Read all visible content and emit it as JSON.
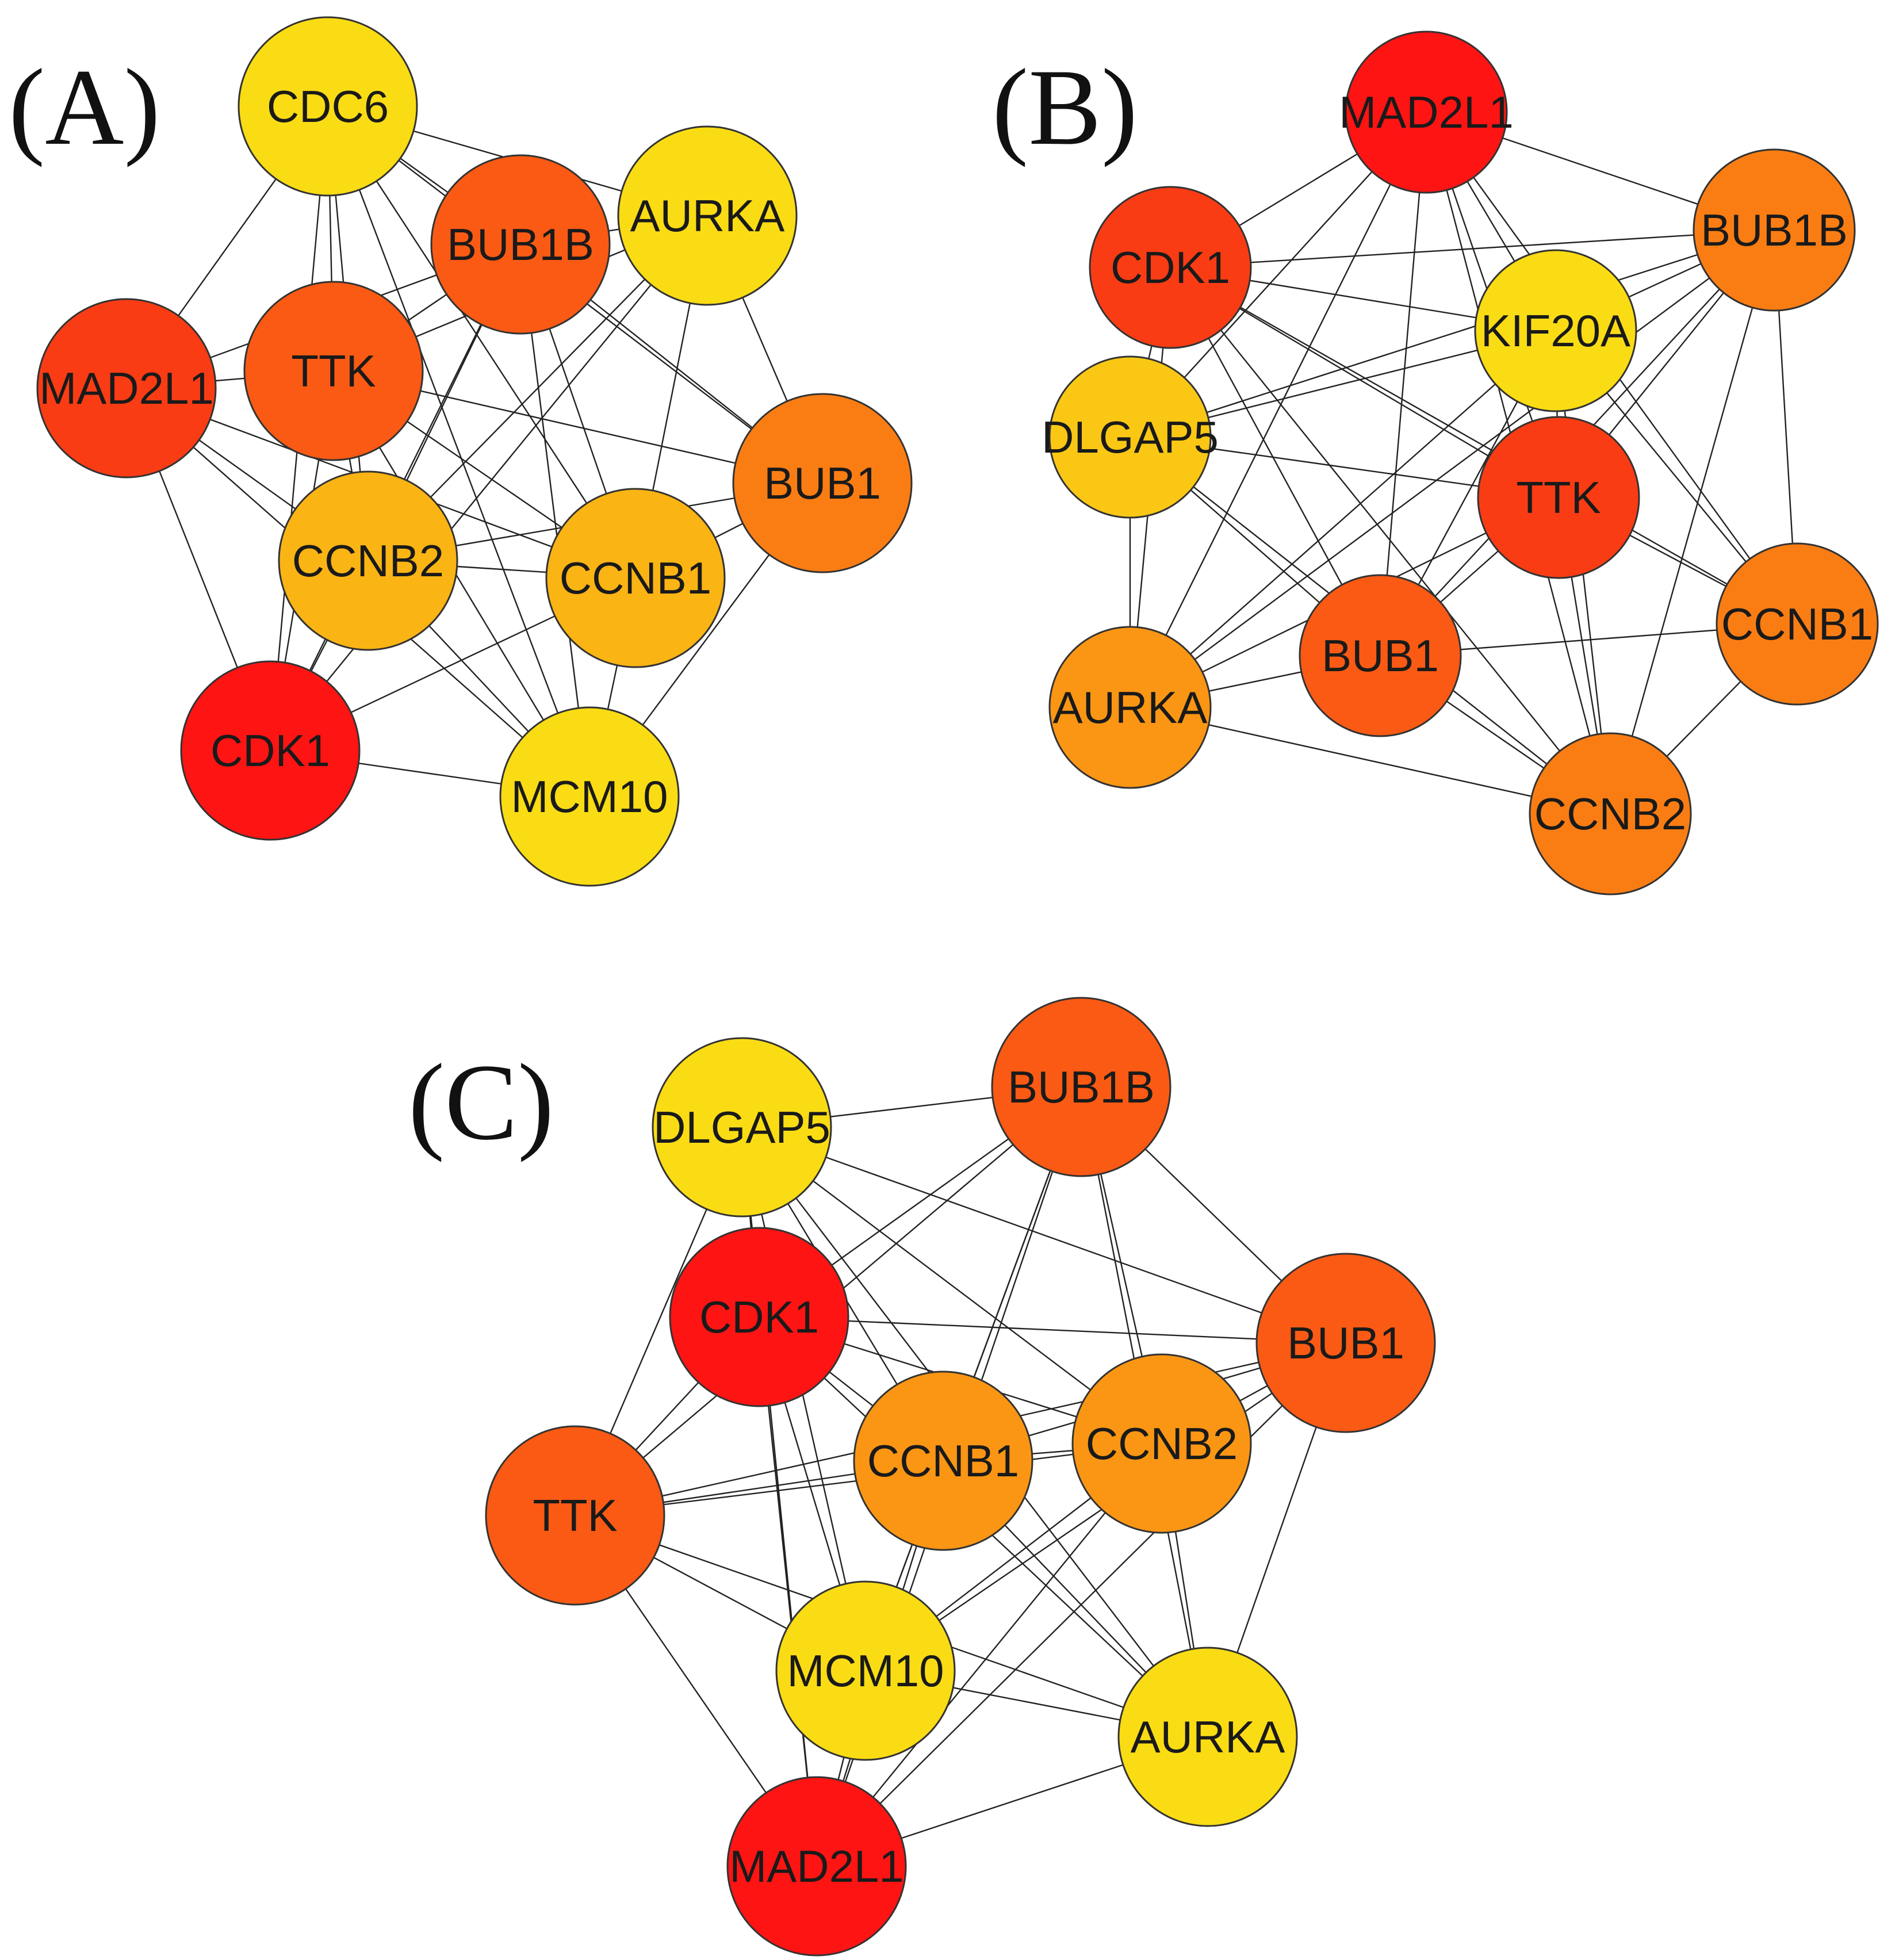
{
  "colors": {
    "red": "#ff1414",
    "red_orange": "#fa3c14",
    "orange_red": "#fa5a14",
    "orange": "#fa7d14",
    "orange_light": "#fa9614",
    "amber": "#fab414",
    "gold": "#fac814",
    "yellow": "#fadc14"
  },
  "panels": [
    {
      "label": "(A)",
      "nodes": [
        {
          "id": "CDC6",
          "label": "CDC6",
          "color": "yellow"
        },
        {
          "id": "BUB1B",
          "label": "BUB1B",
          "color": "orange_red"
        },
        {
          "id": "AURKA",
          "label": "AURKA",
          "color": "yellow"
        },
        {
          "id": "MAD2L1",
          "label": "MAD2L1",
          "color": "red_orange"
        },
        {
          "id": "TTK",
          "label": "TTK",
          "color": "orange_red"
        },
        {
          "id": "BUB1",
          "label": "BUB1",
          "color": "orange"
        },
        {
          "id": "CCNB2",
          "label": "CCNB2",
          "color": "amber"
        },
        {
          "id": "CCNB1",
          "label": "CCNB1",
          "color": "amber"
        },
        {
          "id": "CDK1",
          "label": "CDK1",
          "color": "red"
        },
        {
          "id": "MCM10",
          "label": "MCM10",
          "color": "yellow"
        }
      ],
      "edges": [
        [
          "CDC6",
          "BUB1B"
        ],
        [
          "CDC6",
          "AURKA"
        ],
        [
          "CDC6",
          "MAD2L1"
        ],
        [
          "CDC6",
          "TTK"
        ],
        [
          "CDC6",
          "CCNB2"
        ],
        [
          "CDC6",
          "CCNB1"
        ],
        [
          "CDC6",
          "CDK1"
        ],
        [
          "CDC6",
          "BUB1"
        ],
        [
          "CDC6",
          "MCM10"
        ],
        [
          "BUB1B",
          "AURKA"
        ],
        [
          "BUB1B",
          "MAD2L1"
        ],
        [
          "BUB1B",
          "TTK"
        ],
        [
          "BUB1B",
          "BUB1"
        ],
        [
          "BUB1B",
          "CCNB2"
        ],
        [
          "BUB1B",
          "CCNB1"
        ],
        [
          "BUB1B",
          "CDK1"
        ],
        [
          "BUB1B",
          "MCM10"
        ],
        [
          "AURKA",
          "TTK"
        ],
        [
          "AURKA",
          "BUB1"
        ],
        [
          "AURKA",
          "CCNB2"
        ],
        [
          "AURKA",
          "CCNB1"
        ],
        [
          "AURKA",
          "CDK1"
        ],
        [
          "MAD2L1",
          "TTK"
        ],
        [
          "MAD2L1",
          "CCNB2"
        ],
        [
          "MAD2L1",
          "CCNB1"
        ],
        [
          "MAD2L1",
          "CDK1"
        ],
        [
          "MAD2L1",
          "MCM10"
        ],
        [
          "TTK",
          "BUB1"
        ],
        [
          "TTK",
          "CCNB2"
        ],
        [
          "TTK",
          "CCNB1"
        ],
        [
          "TTK",
          "CDK1"
        ],
        [
          "TTK",
          "MCM10"
        ],
        [
          "BUB1",
          "CCNB2"
        ],
        [
          "BUB1",
          "CCNB1"
        ],
        [
          "BUB1",
          "MCM10"
        ],
        [
          "CCNB2",
          "CCNB1"
        ],
        [
          "CCNB2",
          "CDK1"
        ],
        [
          "CCNB2",
          "MCM10"
        ],
        [
          "CCNB1",
          "CDK1"
        ],
        [
          "CCNB1",
          "MCM10"
        ],
        [
          "CDK1",
          "MCM10"
        ]
      ]
    },
    {
      "label": "(B)",
      "nodes": [
        {
          "id": "MAD2L1",
          "label": "MAD2L1",
          "color": "red"
        },
        {
          "id": "CDK1",
          "label": "CDK1",
          "color": "red_orange"
        },
        {
          "id": "BUB1B",
          "label": "BUB1B",
          "color": "orange"
        },
        {
          "id": "KIF20A",
          "label": "KIF20A",
          "color": "yellow"
        },
        {
          "id": "DLGAP5",
          "label": "DLGAP5",
          "color": "gold"
        },
        {
          "id": "TTK",
          "label": "TTK",
          "color": "red_orange"
        },
        {
          "id": "CCNB1",
          "label": "CCNB1",
          "color": "orange"
        },
        {
          "id": "BUB1",
          "label": "BUB1",
          "color": "orange_red"
        },
        {
          "id": "AURKA",
          "label": "AURKA",
          "color": "orange_light"
        },
        {
          "id": "CCNB2",
          "label": "CCNB2",
          "color": "orange"
        }
      ],
      "edges": [
        [
          "MAD2L1",
          "CDK1"
        ],
        [
          "MAD2L1",
          "BUB1B"
        ],
        [
          "MAD2L1",
          "KIF20A"
        ],
        [
          "MAD2L1",
          "DLGAP5"
        ],
        [
          "MAD2L1",
          "TTK"
        ],
        [
          "MAD2L1",
          "BUB1"
        ],
        [
          "MAD2L1",
          "AURKA"
        ],
        [
          "MAD2L1",
          "CCNB1"
        ],
        [
          "MAD2L1",
          "CCNB2"
        ],
        [
          "CDK1",
          "BUB1B"
        ],
        [
          "CDK1",
          "KIF20A"
        ],
        [
          "CDK1",
          "DLGAP5"
        ],
        [
          "CDK1",
          "TTK"
        ],
        [
          "CDK1",
          "BUB1"
        ],
        [
          "CDK1",
          "AURKA"
        ],
        [
          "CDK1",
          "CCNB1"
        ],
        [
          "CDK1",
          "CCNB2"
        ],
        [
          "BUB1B",
          "KIF20A"
        ],
        [
          "BUB1B",
          "DLGAP5"
        ],
        [
          "BUB1B",
          "TTK"
        ],
        [
          "BUB1B",
          "BUB1"
        ],
        [
          "BUB1B",
          "AURKA"
        ],
        [
          "BUB1B",
          "CCNB1"
        ],
        [
          "BUB1B",
          "CCNB2"
        ],
        [
          "KIF20A",
          "DLGAP5"
        ],
        [
          "KIF20A",
          "TTK"
        ],
        [
          "KIF20A",
          "BUB1"
        ],
        [
          "KIF20A",
          "AURKA"
        ],
        [
          "KIF20A",
          "CCNB1"
        ],
        [
          "KIF20A",
          "CCNB2"
        ],
        [
          "DLGAP5",
          "TTK"
        ],
        [
          "DLGAP5",
          "BUB1"
        ],
        [
          "DLGAP5",
          "AURKA"
        ],
        [
          "DLGAP5",
          "CCNB2"
        ],
        [
          "TTK",
          "BUB1"
        ],
        [
          "TTK",
          "AURKA"
        ],
        [
          "TTK",
          "CCNB1"
        ],
        [
          "TTK",
          "CCNB2"
        ],
        [
          "BUB1",
          "AURKA"
        ],
        [
          "BUB1",
          "CCNB1"
        ],
        [
          "BUB1",
          "CCNB2"
        ],
        [
          "AURKA",
          "CCNB2"
        ],
        [
          "CCNB1",
          "CCNB2"
        ]
      ]
    },
    {
      "label": "(C)",
      "nodes": [
        {
          "id": "DLGAP5",
          "label": "DLGAP5",
          "color": "yellow"
        },
        {
          "id": "BUB1B",
          "label": "BUB1B",
          "color": "orange_red"
        },
        {
          "id": "CDK1",
          "label": "CDK1",
          "color": "red"
        },
        {
          "id": "BUB1",
          "label": "BUB1",
          "color": "orange_red"
        },
        {
          "id": "CCNB1",
          "label": "CCNB1",
          "color": "orange_light"
        },
        {
          "id": "CCNB2",
          "label": "CCNB2",
          "color": "orange_light"
        },
        {
          "id": "TTK",
          "label": "TTK",
          "color": "orange_red"
        },
        {
          "id": "MCM10",
          "label": "MCM10",
          "color": "yellow"
        },
        {
          "id": "AURKA",
          "label": "AURKA",
          "color": "yellow"
        },
        {
          "id": "MAD2L1",
          "label": "MAD2L1",
          "color": "red"
        }
      ],
      "edges": [
        [
          "DLGAP5",
          "BUB1B"
        ],
        [
          "DLGAP5",
          "CDK1"
        ],
        [
          "DLGAP5",
          "BUB1"
        ],
        [
          "DLGAP5",
          "CCNB1"
        ],
        [
          "DLGAP5",
          "CCNB2"
        ],
        [
          "DLGAP5",
          "TTK"
        ],
        [
          "DLGAP5",
          "MCM10"
        ],
        [
          "DLGAP5",
          "AURKA"
        ],
        [
          "DLGAP5",
          "MAD2L1"
        ],
        [
          "BUB1B",
          "CDK1"
        ],
        [
          "BUB1B",
          "BUB1"
        ],
        [
          "BUB1B",
          "CCNB1"
        ],
        [
          "BUB1B",
          "CCNB2"
        ],
        [
          "BUB1B",
          "TTK"
        ],
        [
          "BUB1B",
          "MCM10"
        ],
        [
          "BUB1B",
          "AURKA"
        ],
        [
          "BUB1B",
          "MAD2L1"
        ],
        [
          "CDK1",
          "BUB1"
        ],
        [
          "CDK1",
          "CCNB1"
        ],
        [
          "CDK1",
          "CCNB2"
        ],
        [
          "CDK1",
          "TTK"
        ],
        [
          "CDK1",
          "MCM10"
        ],
        [
          "CDK1",
          "AURKA"
        ],
        [
          "CDK1",
          "MAD2L1"
        ],
        [
          "BUB1",
          "CCNB1"
        ],
        [
          "BUB1",
          "CCNB2"
        ],
        [
          "BUB1",
          "TTK"
        ],
        [
          "BUB1",
          "MCM10"
        ],
        [
          "BUB1",
          "AURKA"
        ],
        [
          "BUB1",
          "MAD2L1"
        ],
        [
          "CCNB1",
          "CCNB2"
        ],
        [
          "CCNB1",
          "TTK"
        ],
        [
          "CCNB1",
          "MCM10"
        ],
        [
          "CCNB1",
          "AURKA"
        ],
        [
          "CCNB1",
          "MAD2L1"
        ],
        [
          "CCNB2",
          "TTK"
        ],
        [
          "CCNB2",
          "MCM10"
        ],
        [
          "CCNB2",
          "AURKA"
        ],
        [
          "CCNB2",
          "MAD2L1"
        ],
        [
          "TTK",
          "MCM10"
        ],
        [
          "TTK",
          "AURKA"
        ],
        [
          "TTK",
          "MAD2L1"
        ],
        [
          "MCM10",
          "AURKA"
        ],
        [
          "MCM10",
          "MAD2L1"
        ],
        [
          "AURKA",
          "MAD2L1"
        ]
      ]
    }
  ]
}
